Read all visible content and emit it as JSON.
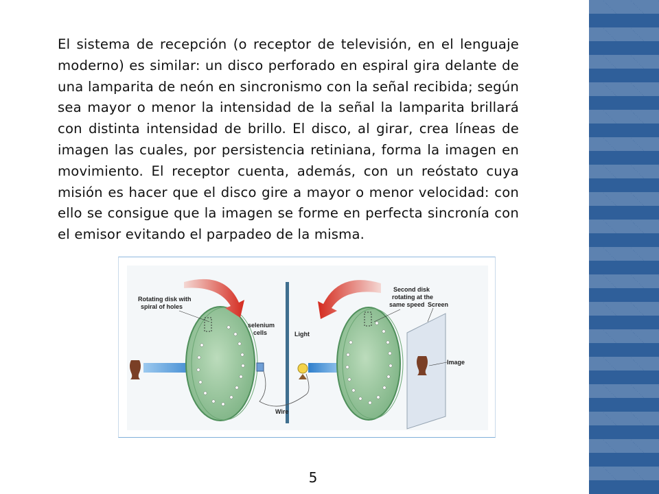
{
  "paragraph": "El sistema de recepción (o receptor de televisión, en el lenguaje moderno) es similar: un disco perforado en espiral gira delante de una lamparita de neón en sincronismo con la señal recibida; según sea mayor o menor la intensidad de la señal la lamparita brillará con distinta intensidad de brillo. El disco, al girar, crea líneas de imagen las cuales, por persistencia retiniana, forma la imagen en movimiento. El receptor cuenta, además, con un reóstato cuya misión es hacer que el disco gire a mayor o menor velocidad: con ello se consigue que la imagen se forme en perfecta sincronía con el emisor evitando el parpadeo de la misma.",
  "figure": {
    "label_rotating_disk_1": "Rotating disk with",
    "label_rotating_disk_2": "spiral of holes",
    "label_selenium_1": "selenium",
    "label_selenium_2": "cells",
    "label_light": "Light",
    "label_wire": "Wire",
    "label_second_disk_1": "Second disk",
    "label_second_disk_2": "rotating at the",
    "label_second_disk_3": "same speed",
    "label_screen": "Screen",
    "label_image": "Image"
  },
  "page_number": "5",
  "colors": {
    "side_panel": "#2f5f9a",
    "disk_green": "#8fbe94",
    "arrow_red": "#d42a1e",
    "beam_blue": "#3a8fd6"
  }
}
